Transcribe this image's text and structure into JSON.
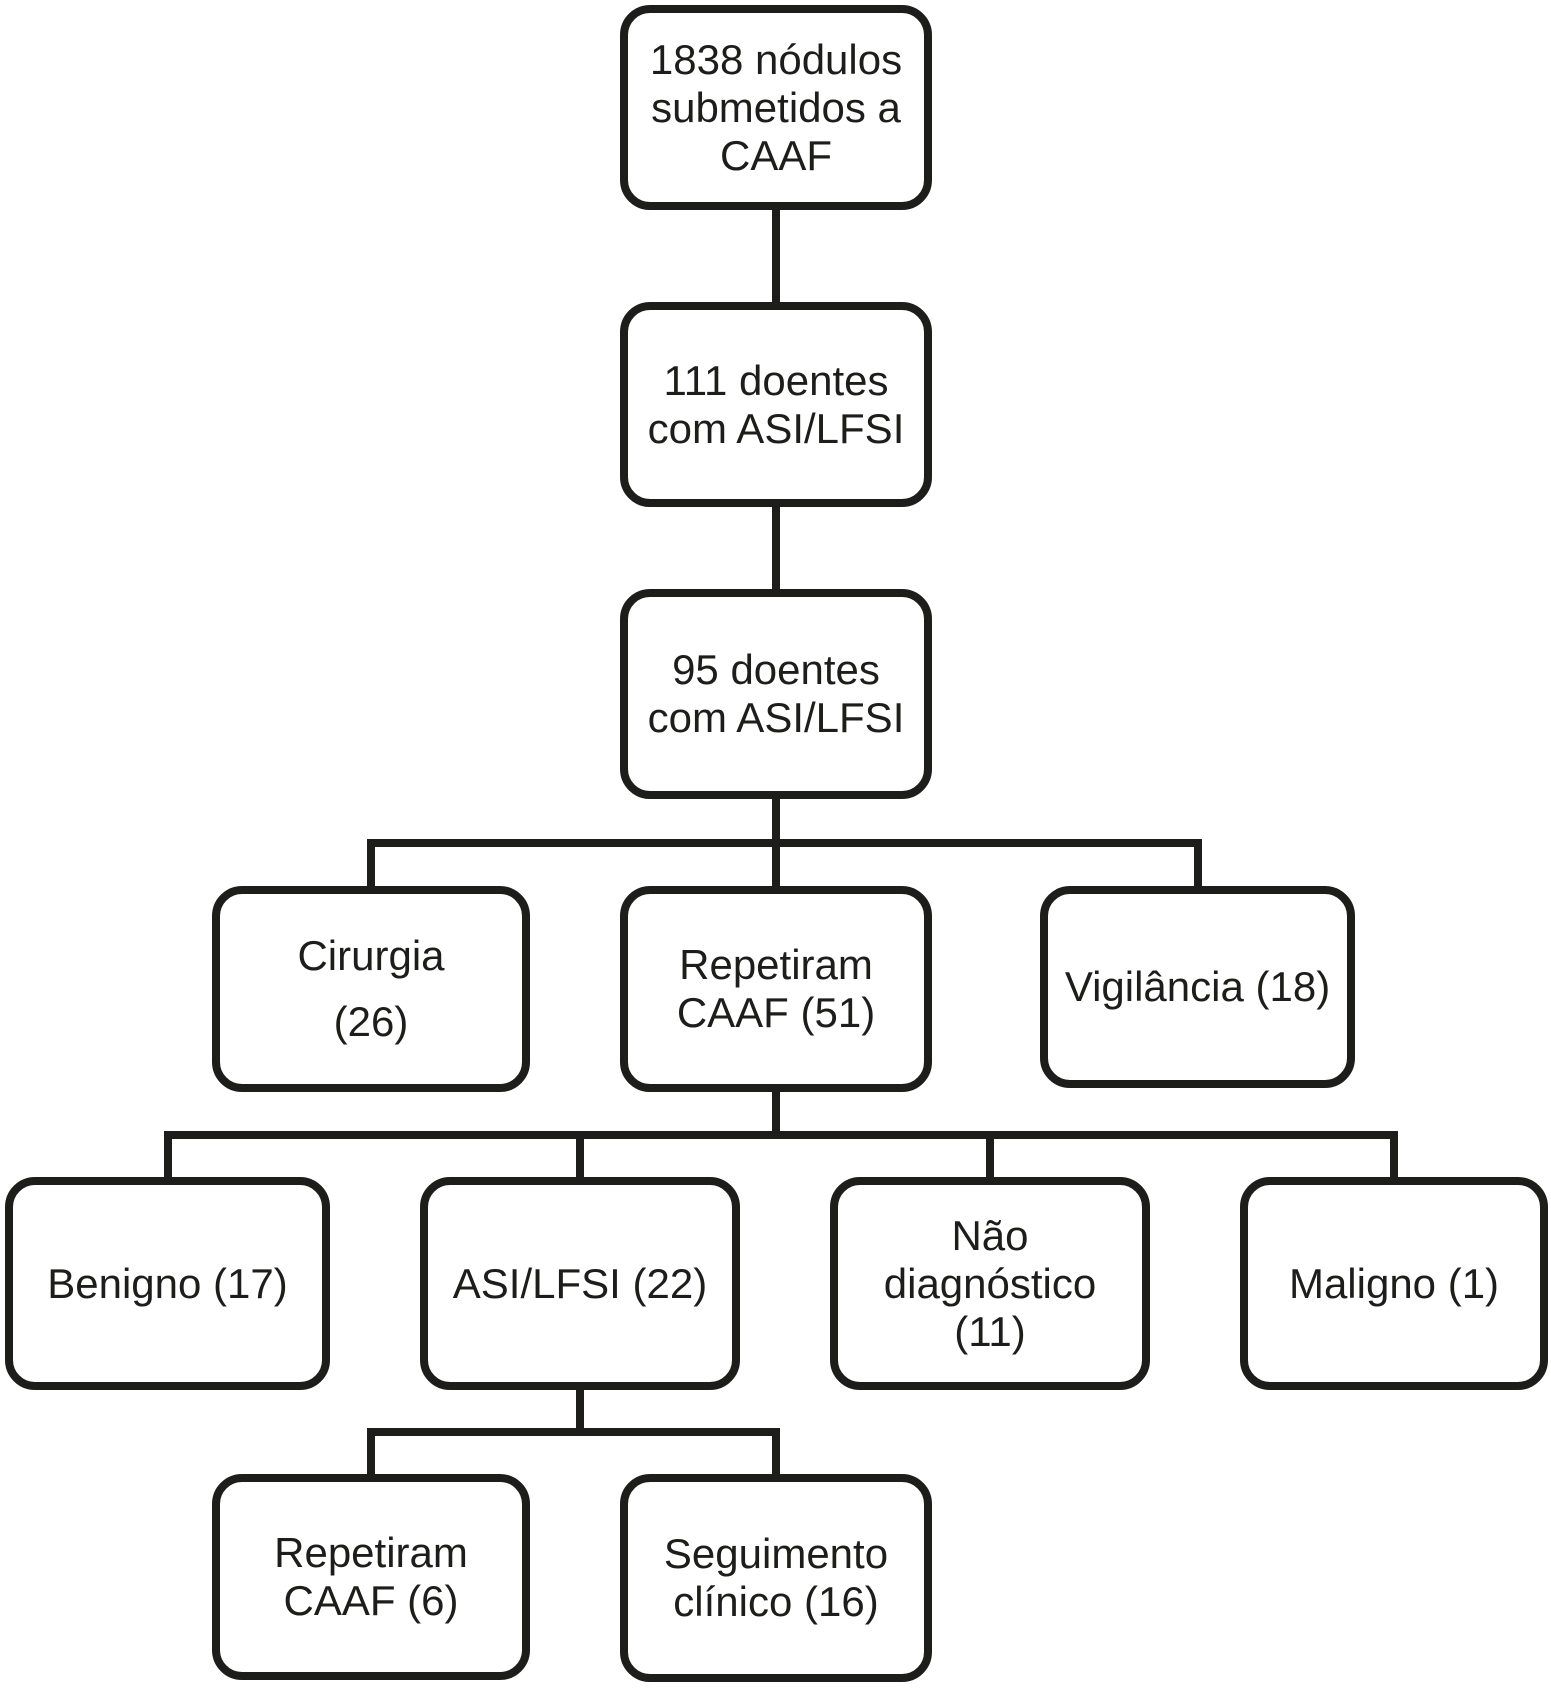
{
  "diagram": {
    "type": "flowchart",
    "colors": {
      "line": "#1d1d1b",
      "box_fill": "#ffffff",
      "background": "#ffffff"
    },
    "nodes": [
      {
        "id": "nodulos-caaf",
        "lines": [
          "1838 nódulos",
          "submetidos a",
          "CAAF"
        ]
      },
      {
        "id": "doentes-111",
        "lines": [
          "111 doentes",
          "com ASI/LFSI"
        ]
      },
      {
        "id": "doentes-95",
        "lines": [
          "95 doentes",
          "com ASI/LFSI"
        ]
      },
      {
        "id": "cirurgia",
        "lines": [
          "Cirurgia",
          "(26)"
        ]
      },
      {
        "id": "repetiram-caaf-51",
        "lines": [
          "Repetiram",
          "CAAF (51)"
        ]
      },
      {
        "id": "vigilancia",
        "lines": [
          "Vigilância (18)"
        ]
      },
      {
        "id": "benigno",
        "lines": [
          "Benigno (17)"
        ]
      },
      {
        "id": "asi-lfsi-22",
        "lines": [
          "ASI/LFSI (22)"
        ]
      },
      {
        "id": "nao-diagnostico",
        "lines": [
          "Não",
          "diagnóstico",
          "(11)"
        ]
      },
      {
        "id": "maligno",
        "lines": [
          "Maligno (1)"
        ]
      },
      {
        "id": "repetiram-caaf-6",
        "lines": [
          "Repetiram",
          "CAAF (6)"
        ]
      },
      {
        "id": "seguimento",
        "lines": [
          "Seguimento",
          "clínico (16)"
        ]
      }
    ],
    "edges": [
      {
        "from": "nodulos-caaf",
        "to": [
          "doentes-111"
        ]
      },
      {
        "from": "doentes-111",
        "to": [
          "doentes-95"
        ]
      },
      {
        "from": "doentes-95",
        "to": [
          "cirurgia",
          "repetiram-caaf-51",
          "vigilancia"
        ]
      },
      {
        "from": "repetiram-caaf-51",
        "to": [
          "benigno",
          "asi-lfsi-22",
          "nao-diagnostico",
          "maligno"
        ]
      },
      {
        "from": "asi-lfsi-22",
        "to": [
          "repetiram-caaf-6",
          "seguimento"
        ]
      }
    ]
  }
}
